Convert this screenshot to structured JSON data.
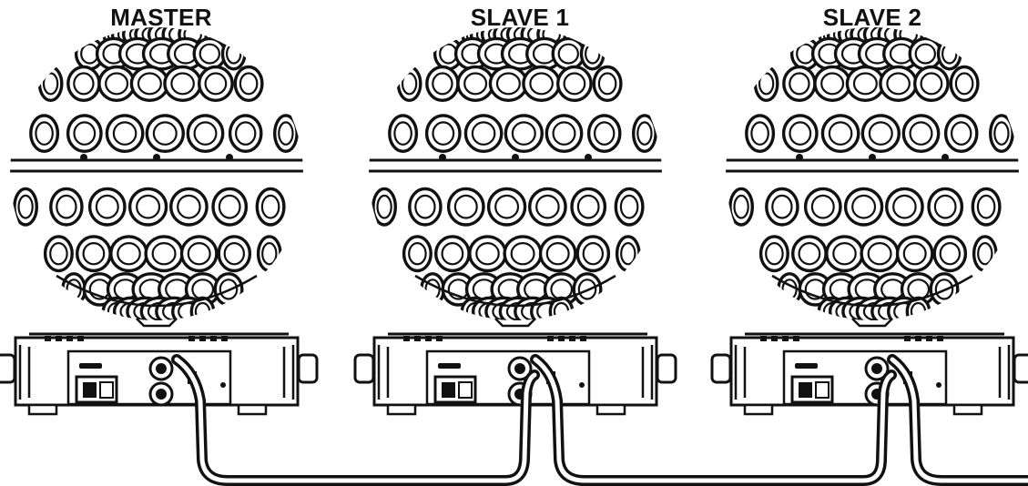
{
  "units": [
    {
      "label": "MASTER"
    },
    {
      "label": "SLAVE 1"
    },
    {
      "label": "SLAVE 2"
    }
  ],
  "icons": {
    "fixture": "mirror-ball-led-fixture-icon",
    "power_inlet": "power-inlet-icon",
    "dmx_in": "xlr-dmx-in-icon",
    "dmx_out": "xlr-dmx-out-icon",
    "cable": "dmx-cable"
  },
  "colors": {
    "line": "#111111",
    "background": "#ffffff"
  }
}
